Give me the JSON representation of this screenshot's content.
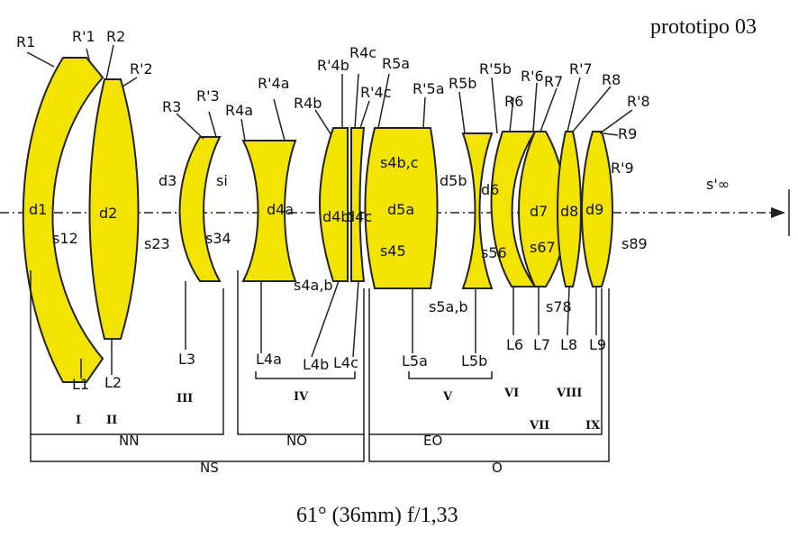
{
  "title": "prototipo 03",
  "caption": "61° (36mm) f/1,33",
  "colors": {
    "glass": "#f2e400",
    "ink": "#222222"
  },
  "radius_labels": [
    "R1",
    "R'1",
    "R2",
    "R'2",
    "R3",
    "R'3",
    "R4a",
    "R'4a",
    "R4b",
    "R'4b",
    "R4c",
    "R'4c",
    "R5a",
    "R'5a",
    "R5b",
    "R'5b",
    "R6",
    "R'6",
    "R7",
    "R'7",
    "R8",
    "R'8",
    "R9",
    "R'9"
  ],
  "thickness_labels": [
    "d1",
    "d2",
    "d3",
    "d4a",
    "d4b",
    "d4c",
    "d5a",
    "d5b",
    "d6",
    "d7",
    "d8",
    "d9"
  ],
  "spacing_labels": [
    "s12",
    "s23",
    "s34",
    "si",
    "s4a,b",
    "s4b,c",
    "s45",
    "s5a,b",
    "s56",
    "s67",
    "s78",
    "s89",
    "s'∞"
  ],
  "lens_labels": [
    "L1",
    "L2",
    "L3",
    "L4a",
    "L4b",
    "L4c",
    "L5a",
    "L5b",
    "L6",
    "L7",
    "L8",
    "L9"
  ],
  "element_numerals": [
    "I",
    "II",
    "III",
    "IV",
    "V",
    "VI",
    "VII",
    "VIII",
    "IX"
  ],
  "group_labels": [
    "NN",
    "NO",
    "EO",
    "NS",
    "O"
  ]
}
